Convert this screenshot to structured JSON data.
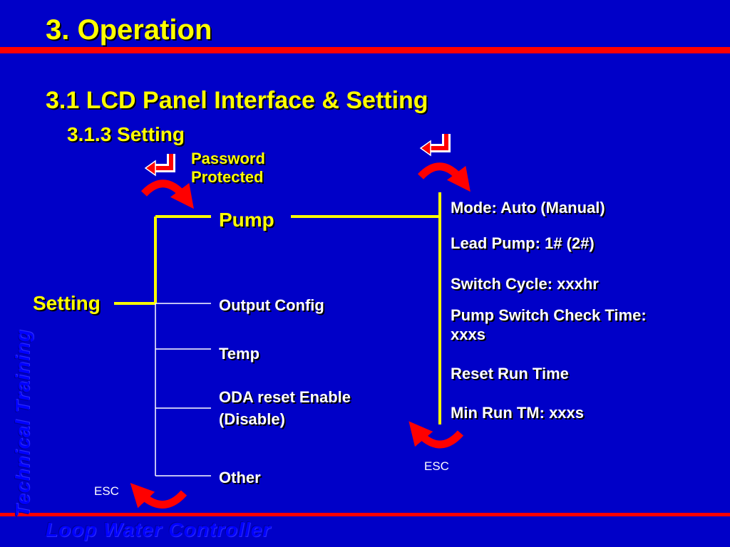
{
  "header": {
    "title": "3. Operation"
  },
  "section": {
    "title": "3.1 LCD Panel Interface & Setting",
    "subtitle": "3.1.3 Setting"
  },
  "menu": {
    "root": "Setting",
    "password_note": [
      "Password",
      "Protected"
    ],
    "items": [
      "Pump",
      "Output Config",
      "Temp",
      "ODA reset Enable",
      "(Disable)",
      "Other"
    ]
  },
  "pump_settings": [
    "Mode: Auto (Manual)",
    "Lead Pump: 1# (2#)",
    "Switch Cycle: xxxhr",
    "Pump Switch Check Time:",
    "xxxs",
    "Reset Run Time",
    "Min Run TM: xxxs"
  ],
  "labels": {
    "esc_left": "ESC",
    "esc_right": "ESC"
  },
  "watermarks": {
    "side": "Technical Training",
    "footer": "Loop Water Controller"
  },
  "colors": {
    "background": "#0000c8",
    "accent_bar": "#ff0000",
    "heading": "#ffff00",
    "text": "#ffffff",
    "connector": "#ffff00"
  }
}
